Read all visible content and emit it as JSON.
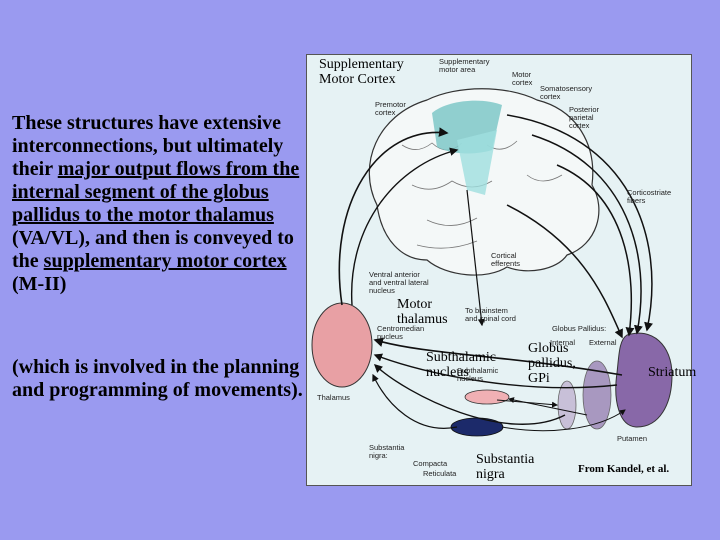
{
  "slide": {
    "main_text": {
      "p1": "These structures have extensive interconnections, but ultimately their ",
      "u1": "major output flows from the internal segment of the globus pallidus to the motor thalamus",
      "p2": " (VA/VL), and then is conveyed to the ",
      "u2": "supplementary motor cortex ",
      "p3": "(M-II)"
    },
    "sub_text": "(which is involved in the planning and programming of movements).",
    "credit": "From Kandel, et al.",
    "background": "#9a9af0"
  },
  "overlay_labels": {
    "sma": "Supplementary\nMotor Cortex",
    "motor_thalamus": "Motor\nthalamus",
    "subthalamic": "Subthalamic\nnucleus",
    "globus_pallidus": "Globus\npallidus,\nGPi",
    "striatum": "Striatum",
    "substantia_nigra": "Substantia\nnigra"
  },
  "figure_labels": {
    "sma_area": [
      "Supplementary",
      "motor area"
    ],
    "motor_cortex": [
      "Motor",
      "cortex"
    ],
    "somatosensory": [
      "Somatosensory",
      "cortex"
    ],
    "premotor": [
      "Premotor",
      "cortex"
    ],
    "posterior_parietal": [
      "Posterior",
      "parietal",
      "cortex"
    ],
    "corticostriate": [
      "Corticostriate",
      "fibers"
    ],
    "cortical_efferents": [
      "Cortical",
      "efferents"
    ],
    "ventral_anterior": [
      "Ventral anterior",
      "and ventral lateral",
      "nucleus"
    ],
    "brainstem": [
      "To brainstem",
      "and spinal cord"
    ],
    "centromedian": [
      "Centromedian",
      "nucleus"
    ],
    "gp_header": "Globus Pallidus:",
    "internal": "Internal",
    "external": "External",
    "thalamus": "Thalamus",
    "subthalamic_small": [
      "Subthalamic",
      "nucleus"
    ],
    "putamen": "Putamen",
    "sn_small": [
      "Substantia",
      "nigra:"
    ],
    "compacta": "Compacta",
    "reticulata": "Reticulata"
  }
}
